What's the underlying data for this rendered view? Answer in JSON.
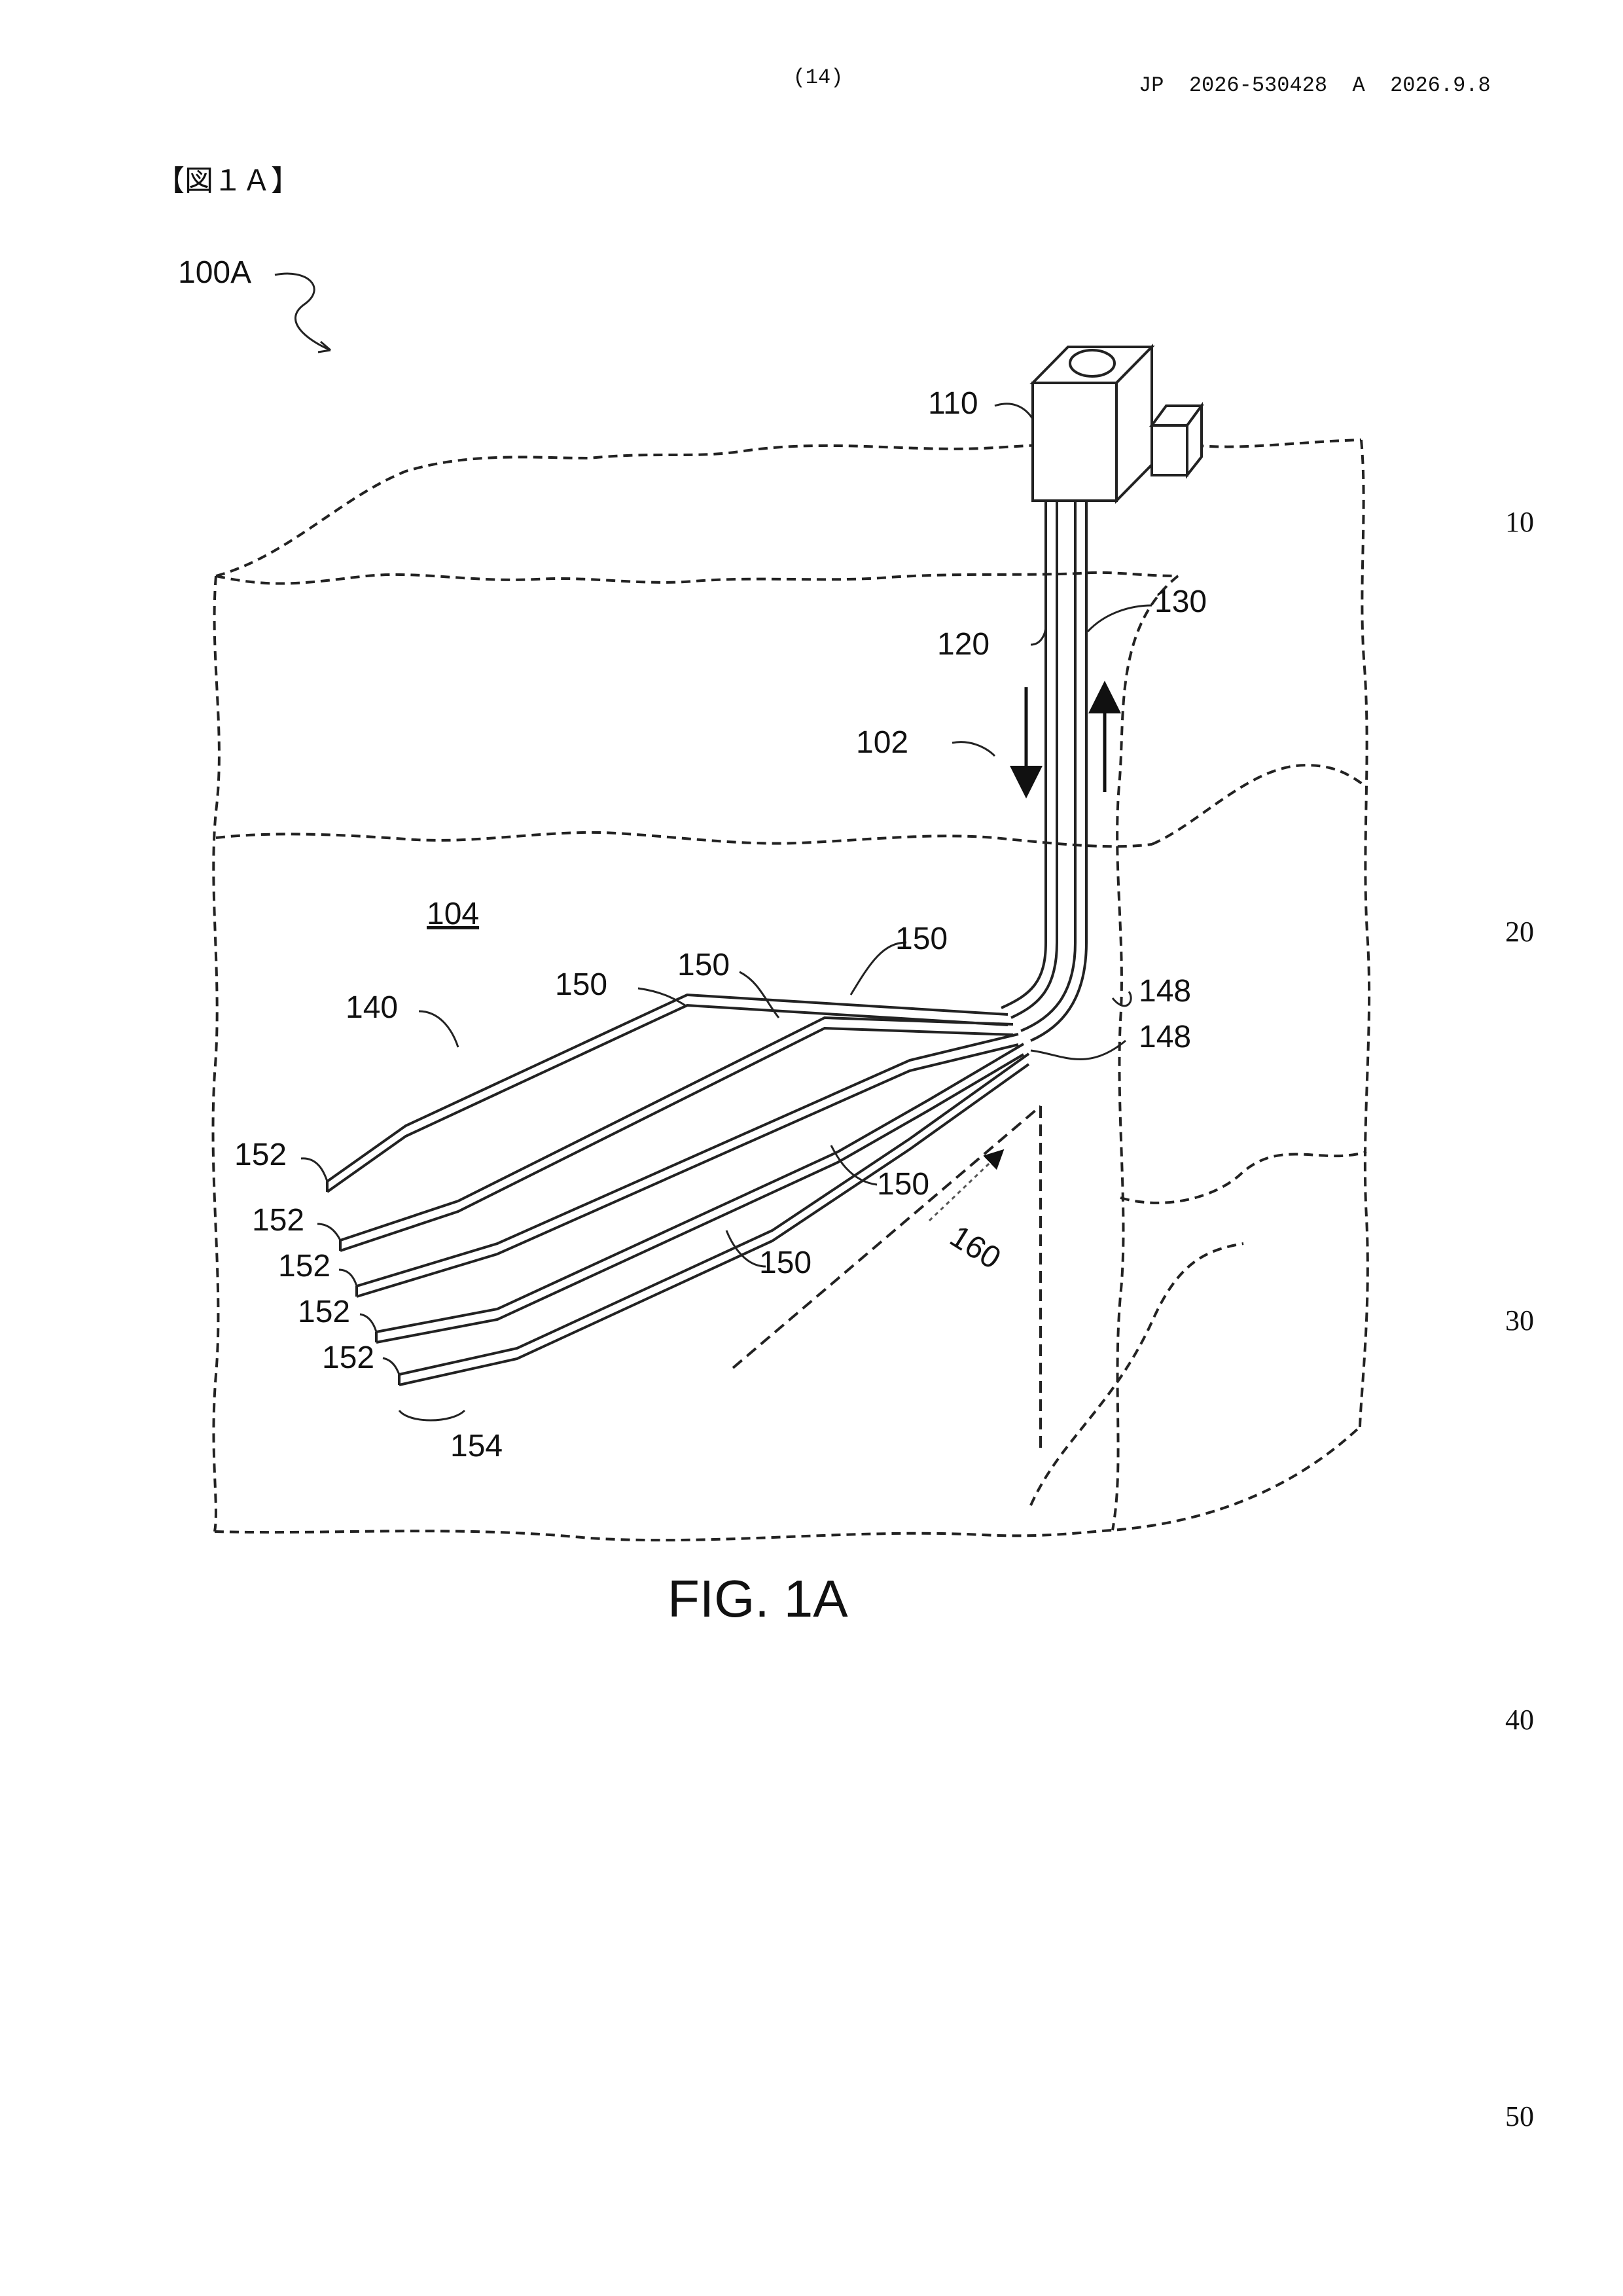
{
  "header": {
    "page_number": "(14)",
    "publication": "JP  2026-530428  A  2026.9.8"
  },
  "figure_heading": "【図１Ａ】",
  "line_numbers": [
    "10",
    "20",
    "30",
    "40",
    "50"
  ],
  "figure": {
    "caption": "FIG. 1A",
    "labels": {
      "system": "100A",
      "wellhead": "110",
      "injection_line": "120",
      "return_line": "130",
      "flow_path": "102",
      "formation": "104",
      "lateral_array": "140",
      "junction_a": "148",
      "junction_b": "148",
      "lateral_1": "150",
      "lateral_2": "150",
      "lateral_3": "150",
      "lateral_4": "150",
      "lateral_5": "150",
      "end_1": "152",
      "end_2": "152",
      "end_3": "152",
      "end_4": "152",
      "end_5": "152",
      "end_group": "154",
      "direction": "160"
    }
  }
}
